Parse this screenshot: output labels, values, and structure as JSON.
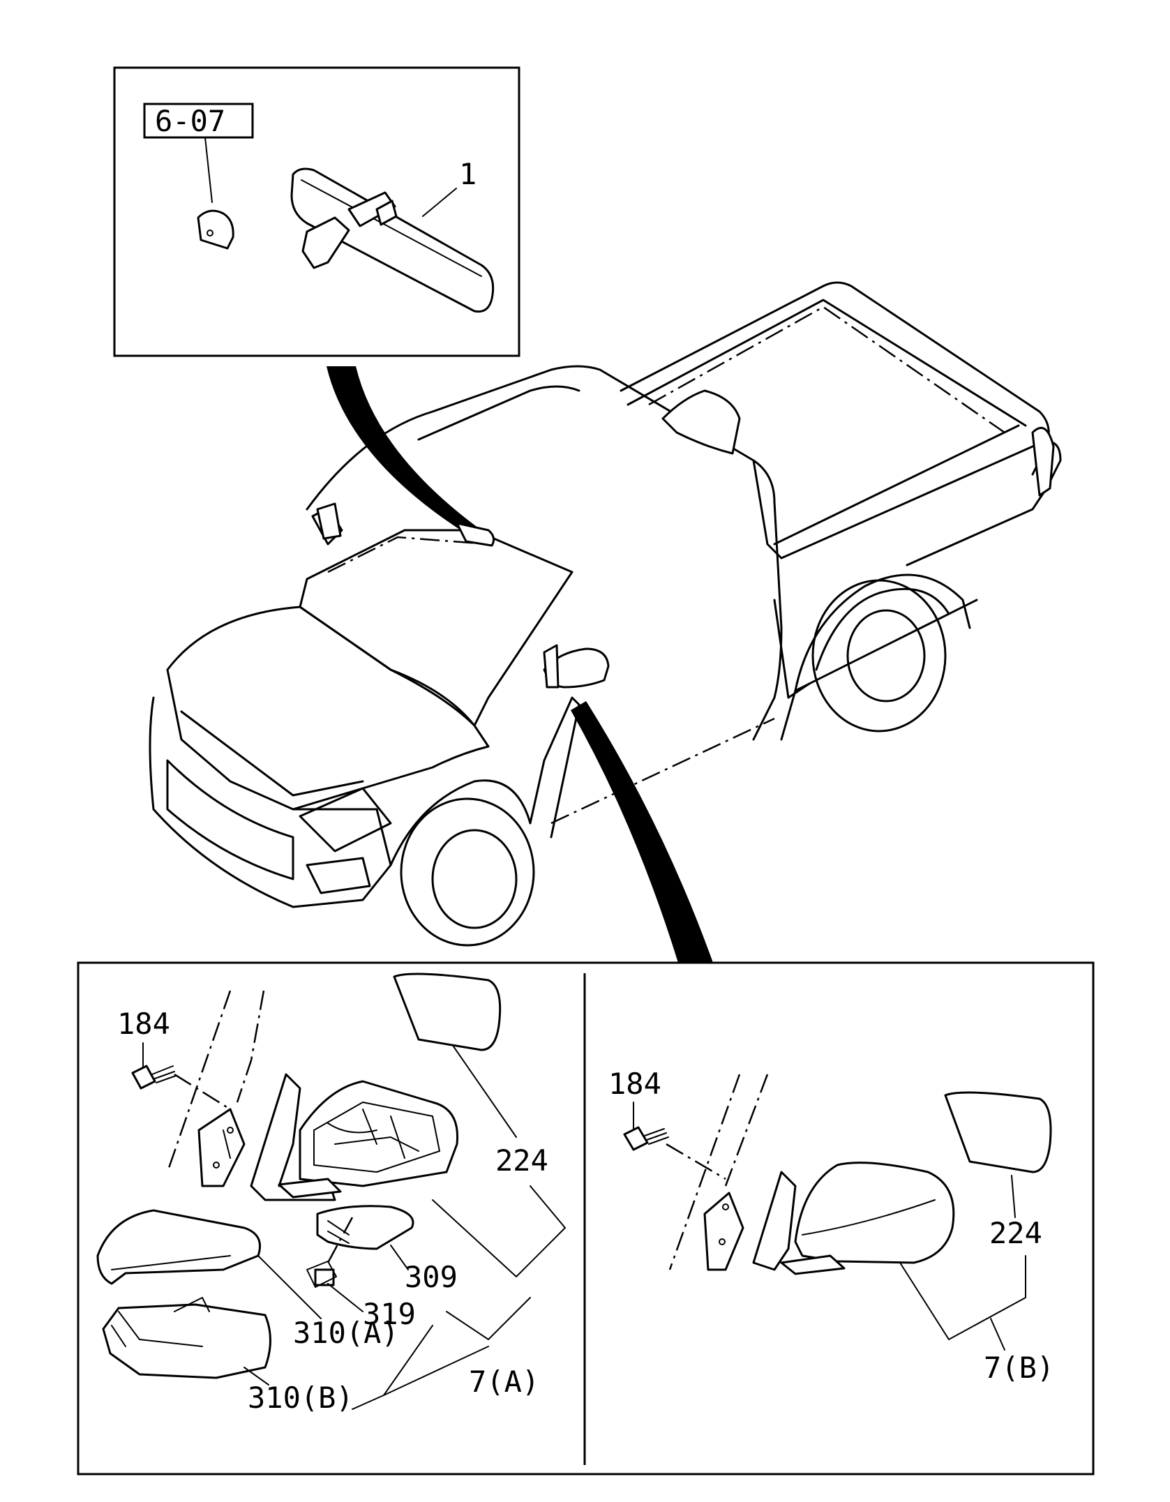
{
  "ref_code": "6-07",
  "callouts": {
    "inner_mirror": "1",
    "bolt_a": "184",
    "glass_a": "224",
    "cover_309": "309",
    "screw_319": "319",
    "cap_a": "310(A)",
    "cap_b": "310(B)",
    "assy_a": "7(A)",
    "bolt_b": "184",
    "glass_b": "224",
    "assy_b": "7(B)"
  },
  "icons": {
    "vehicle": "pickup-truck-illustration",
    "inner_mirror": "rearview-mirror-icon",
    "door_mirror": "door-mirror-icon"
  }
}
